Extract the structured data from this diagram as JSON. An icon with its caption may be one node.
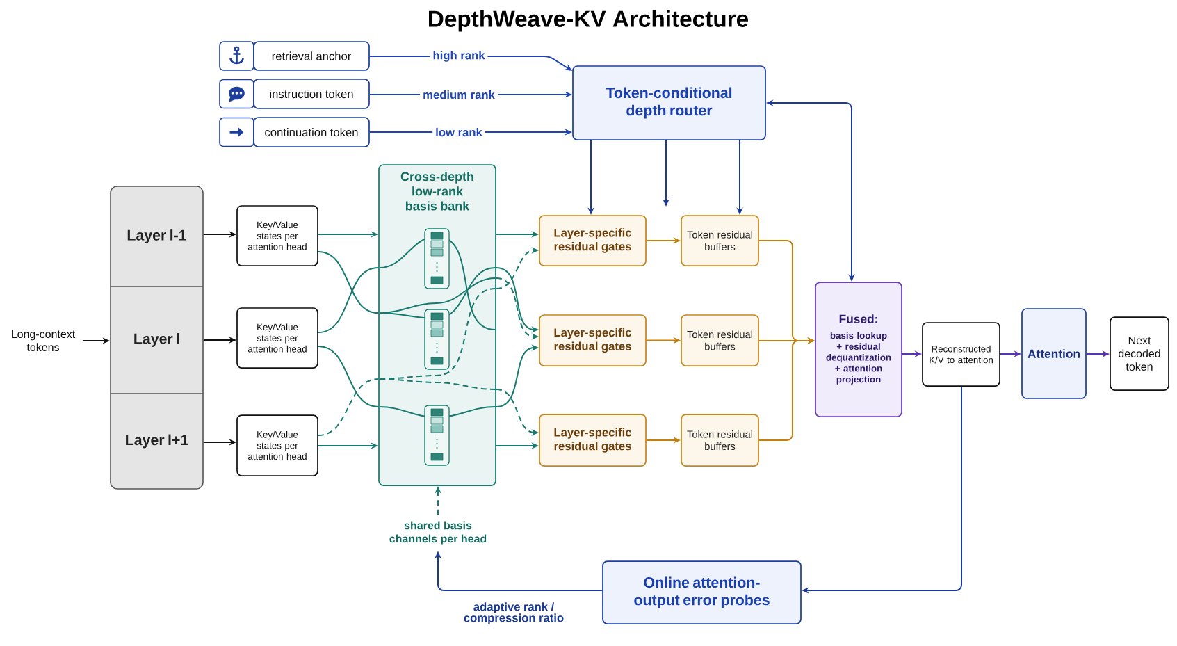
{
  "diagram": {
    "title": "DepthWeave-KV Architecture",
    "nodes": [
      {
        "text": [
          "retrieval anchor"
        ]
      },
      {
        "text": [
          "instruction token"
        ]
      },
      {
        "text": [
          "continuation token"
        ]
      },
      {
        "text": [
          "Token-conditional depth router"
        ]
      },
      {
        "text": [
          "Layer l-1"
        ]
      },
      {
        "text": [
          "Layer l"
        ]
      },
      {
        "text": [
          "Layer l+1"
        ]
      },
      {
        "text": [
          "Long-context tokens"
        ]
      },
      {
        "text": [
          "Key/Value states per attention head"
        ]
      },
      {
        "text": [
          "Key/Value states per attention head"
        ]
      },
      {
        "text": [
          "Key/Value states per attention head"
        ]
      },
      {
        "text": [
          "Cross-depth low-rank basis bank"
        ]
      },
      {
        "text": [
          "Layer-specific residual gates"
        ]
      },
      {
        "text": [
          "Layer-specific residual gates"
        ]
      },
      {
        "text": [
          "Layer-specific residual gates"
        ]
      },
      {
        "text": [
          "Token residual buffers"
        ]
      },
      {
        "text": [
          "Token residual buffers"
        ]
      },
      {
        "text": [
          "Token residual buffers"
        ]
      },
      {
        "text": [
          "Fused:",
          "basis lookup + residual dequantization + attention projection"
        ]
      },
      {
        "text": [
          "Reconstructed K/V to attention"
        ]
      },
      {
        "text": [
          "Attention"
        ]
      },
      {
        "text": [
          "Next decoded token"
        ]
      },
      {
        "text": [
          "Online attention-output error probes"
        ]
      },
      {
        "text": [
          "shared basis channels per head"
        ]
      }
    ],
    "edges": [
      {
        "from": 0,
        "to": 3,
        "arrow": "to",
        "label": "high rank",
        "color": "#1f45b5"
      },
      {
        "from": 1,
        "to": 3,
        "arrow": "to",
        "label": "medium rank",
        "color": "#1f45b5"
      },
      {
        "from": 2,
        "to": 3,
        "arrow": "to",
        "label": "low rank",
        "color": "#1f45b5"
      },
      {
        "from": 3,
        "to": 12,
        "arrow": "to",
        "color": "#1a3a9a"
      },
      {
        "from": 3,
        "to": null,
        "arrow": "to",
        "color": "#1a3a9a"
      },
      {
        "from": 3,
        "to": 15,
        "arrow": "to",
        "color": "#1a3a9a"
      },
      {
        "from": 3,
        "to": 18,
        "arrow": "both",
        "color": "#1a3a9a"
      },
      {
        "from": 7,
        "to": 5,
        "arrow": "to",
        "color": "#111111"
      },
      {
        "from": 4,
        "to": 8,
        "arrow": "to",
        "color": "#111111"
      },
      {
        "from": 5,
        "to": 9,
        "arrow": "to",
        "color": "#111111"
      },
      {
        "from": 6,
        "to": 10,
        "arrow": "to",
        "color": "#111111"
      },
      {
        "from": 8,
        "to": 11,
        "arrow": "to",
        "color": "#177a6e"
      },
      {
        "from": 10,
        "to": 11,
        "arrow": "to",
        "color": "#177a6e"
      },
      {
        "from": 11,
        "to": 12,
        "arrow": "to",
        "color": "#177a6e"
      },
      {
        "from": 11,
        "to": 14,
        "arrow": "to",
        "color": "#177a6e"
      },
      {
        "from": 8,
        "to": 11,
        "arrow": "none",
        "color": "#177a6e"
      },
      {
        "from": 9,
        "to": 11,
        "arrow": "none",
        "color": "#177a6e"
      },
      {
        "from": 9,
        "to": 11,
        "arrow": "none",
        "color": "#177a6e"
      },
      {
        "from": 10,
        "to": 11,
        "arrow": "none",
        "style": "dashed",
        "color": "#177a6e"
      },
      {
        "from": 11,
        "to": 12,
        "arrow": "to",
        "style": "dashed",
        "color": "#177a6e"
      },
      {
        "from": 11,
        "to": 13,
        "arrow": "to",
        "color": "#177a6e"
      },
      {
        "from": 11,
        "to": 13,
        "arrow": "to",
        "style": "dashed",
        "color": "#177a6e"
      },
      {
        "from": 11,
        "to": 13,
        "arrow": "to",
        "color": "#177a6e"
      },
      {
        "from": 11,
        "to": 14,
        "arrow": "to",
        "style": "dashed",
        "color": "#177a6e"
      },
      {
        "from": 12,
        "to": 15,
        "arrow": "to",
        "color": "#c2800f"
      },
      {
        "from": 13,
        "to": 16,
        "arrow": "to",
        "color": "#c2800f"
      },
      {
        "from": 14,
        "to": 17,
        "arrow": "to",
        "color": "#c2800f"
      },
      {
        "from": 15,
        "to": 18,
        "arrow": "to",
        "color": "#c2800f"
      },
      {
        "from": 16,
        "to": 18,
        "arrow": "to",
        "color": "#c2800f"
      },
      {
        "from": 17,
        "to": 18,
        "arrow": "to",
        "color": "#c2800f"
      },
      {
        "from": 18,
        "to": 19,
        "arrow": "to",
        "color": "#5b32b4"
      },
      {
        "from": 19,
        "to": 20,
        "arrow": "to",
        "color": "#5b32b4"
      },
      {
        "from": 20,
        "to": 21,
        "arrow": "to",
        "color": "#5b32b4"
      },
      {
        "from": 19,
        "to": 22,
        "arrow": "to",
        "color": "#1a3a9a"
      },
      {
        "from": 22,
        "to": 23,
        "arrow": "to",
        "label": "adaptive rank / compression ratio",
        "color": "#1a3a9a"
      },
      {
        "from": 23,
        "to": 11,
        "arrow": "to",
        "style": "dashed",
        "color": "#177a6e"
      }
    ]
  }
}
